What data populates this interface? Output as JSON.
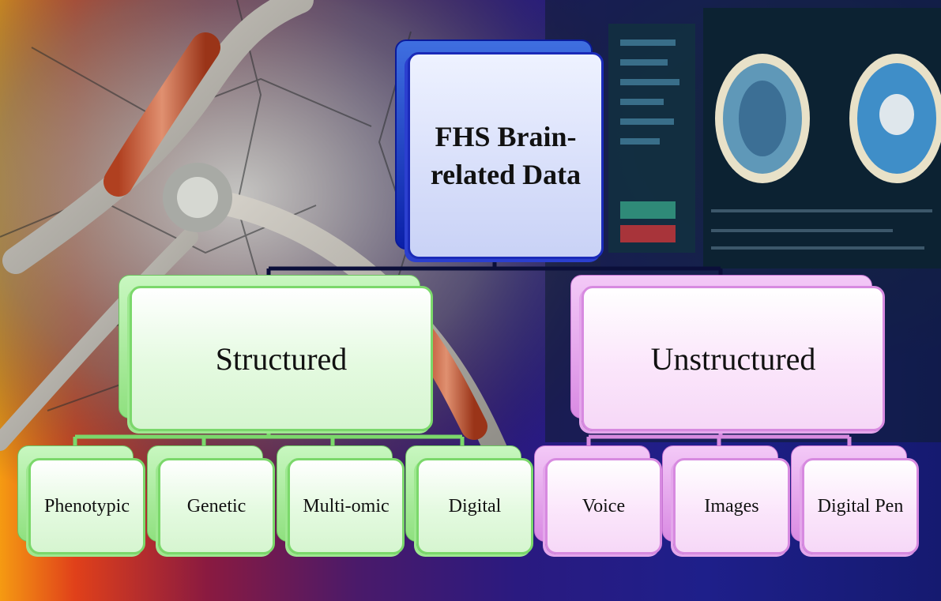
{
  "root": {
    "label": "FHS Brain-\nrelated Data"
  },
  "branches": [
    {
      "label": "Structured",
      "color": "#7bd86b",
      "children": [
        "Phenotypic",
        "Genetic",
        "Multi-omic",
        "Digital"
      ]
    },
    {
      "label": "Unstructured",
      "color": "#d78ae0",
      "children": [
        "Voice",
        "Images",
        "Digital Pen"
      ]
    }
  ],
  "connector_colors": {
    "root": "#0b0f3a",
    "structured": "#7bd86b",
    "unstructured": "#d78ae0"
  }
}
